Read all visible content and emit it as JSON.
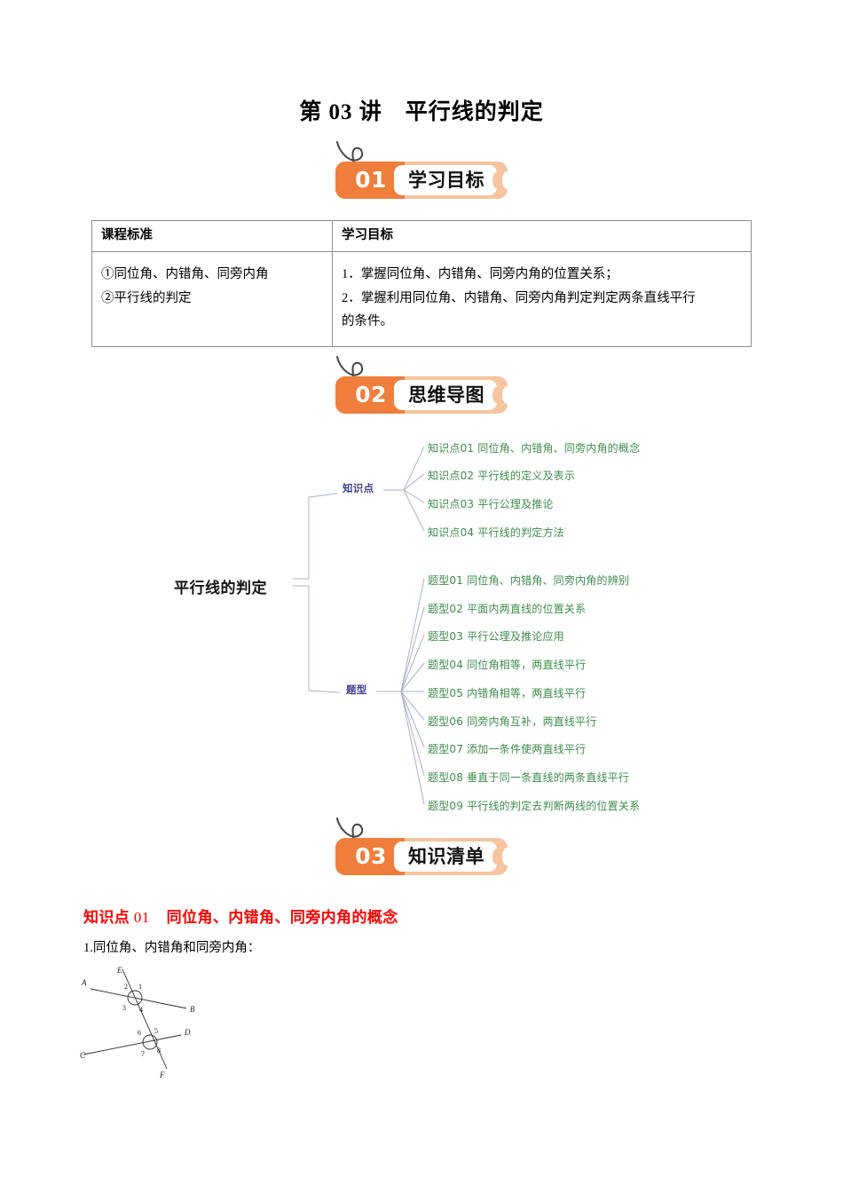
{
  "document": {
    "title_prefix": "第",
    "title_number": "03",
    "title_unit": "讲",
    "title_main": "平行线的判定",
    "full_title": "第 03 讲　平行线的判定"
  },
  "sections": [
    {
      "number": "01",
      "label": "学习目标"
    },
    {
      "number": "02",
      "label": "思维导图"
    },
    {
      "number": "03",
      "label": "知识清单"
    }
  ],
  "objectives_table": {
    "headers": [
      "课程标准",
      "学习目标"
    ],
    "rows": [
      {
        "standard_lines": [
          "①同位角、内错角、同旁内角",
          "②平行线的判定"
        ],
        "objective_lines": [
          "1．掌握同位角、内错角、同旁内角的位置关系；",
          "2．掌握利用同位角、内错角、同旁内角判定判定两条直线平行",
          "的条件。"
        ]
      }
    ]
  },
  "mindmap": {
    "center": "平行线的判定",
    "branches": [
      {
        "label": "知识点",
        "color": "#3f3f8f",
        "items": [
          "知识点01  同位角、内错角、同旁内角的概念",
          "知识点02  平行线的定义及表示",
          "知识点03  平行公理及推论",
          "知识点04  平行线的判定方法"
        ]
      },
      {
        "label": "题型",
        "color": "#3f3f8f",
        "items": [
          "题型01  同位角、内错角、同旁内角的辨别",
          "题型02  平面内两直线的位置关系",
          "题型03  平行公理及推论应用",
          "题型04  同位角相等，两直线平行",
          "题型05  内错角相等，两直线平行",
          "题型06  同旁内角互补，两直线平行",
          "题型07  添加一条件使两直线平行",
          "题型08  垂直于同一条直线的两条直线平行",
          "题型09  平行线的判定去判断两线的位置关系"
        ]
      }
    ],
    "leaf_color": "#3e8c4c"
  },
  "knowledge": {
    "heading_tag": "知识点",
    "heading_number": "01",
    "heading_text": "同位角、内错角、同旁内角的概念",
    "heading_color": "#ff0000",
    "sub_text": "1.同位角、内错角和同旁内角："
  },
  "figure": {
    "name": "两直线被第三条直线所截的八角图",
    "point_labels": [
      "E",
      "A",
      "B",
      "C",
      "D",
      "F"
    ],
    "angle_labels": [
      "1",
      "2",
      "3",
      "4",
      "5",
      "6",
      "7",
      "8"
    ]
  }
}
